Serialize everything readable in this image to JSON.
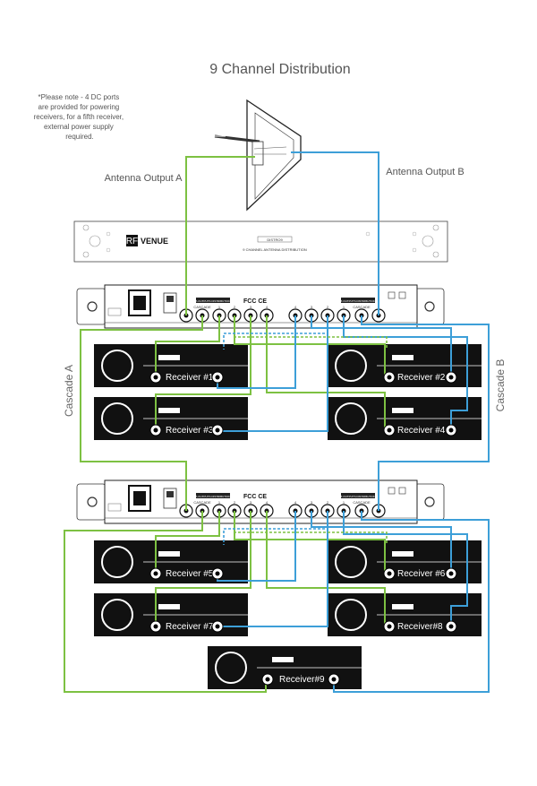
{
  "title": "9 Channel Distribution",
  "note": [
    "*Please note - 4 DC ports",
    "are provided for powering",
    "receivers, for a fifth receiver,",
    "external power supply",
    "required."
  ],
  "antenna_output_a": "Antenna Output A",
  "antenna_output_b": "Antenna Output B",
  "cascade_a": "Cascade A",
  "cascade_b": "Cascade B",
  "brand": {
    "badge": "RF",
    "name": "VENUE",
    "model": "DISTRO9",
    "subtitle": "9 CHANNEL ANTENNA DISTRIBUTION"
  },
  "rear_panel": {
    "output_a_label": "A OUTPUTS DISTRIBUTION",
    "output_b_label": "B OUTPUTS DISTRIBUTION",
    "cascade_port": "CASCADE",
    "port_numbers": [
      "1",
      "2",
      "3",
      "4"
    ],
    "marks": "FCC CE"
  },
  "receivers": [
    "Receiver #1",
    "Receiver #2",
    "Receiver #3",
    "Receiver #4",
    "Receiver #5",
    "Receiver #6",
    "Receiver #7",
    "Receiver#8",
    "Receiver#9"
  ],
  "colors": {
    "antenna_a": "#7dc142",
    "antenna_b": "#3d9fd8",
    "device": "#111111",
    "text": "#555555"
  }
}
